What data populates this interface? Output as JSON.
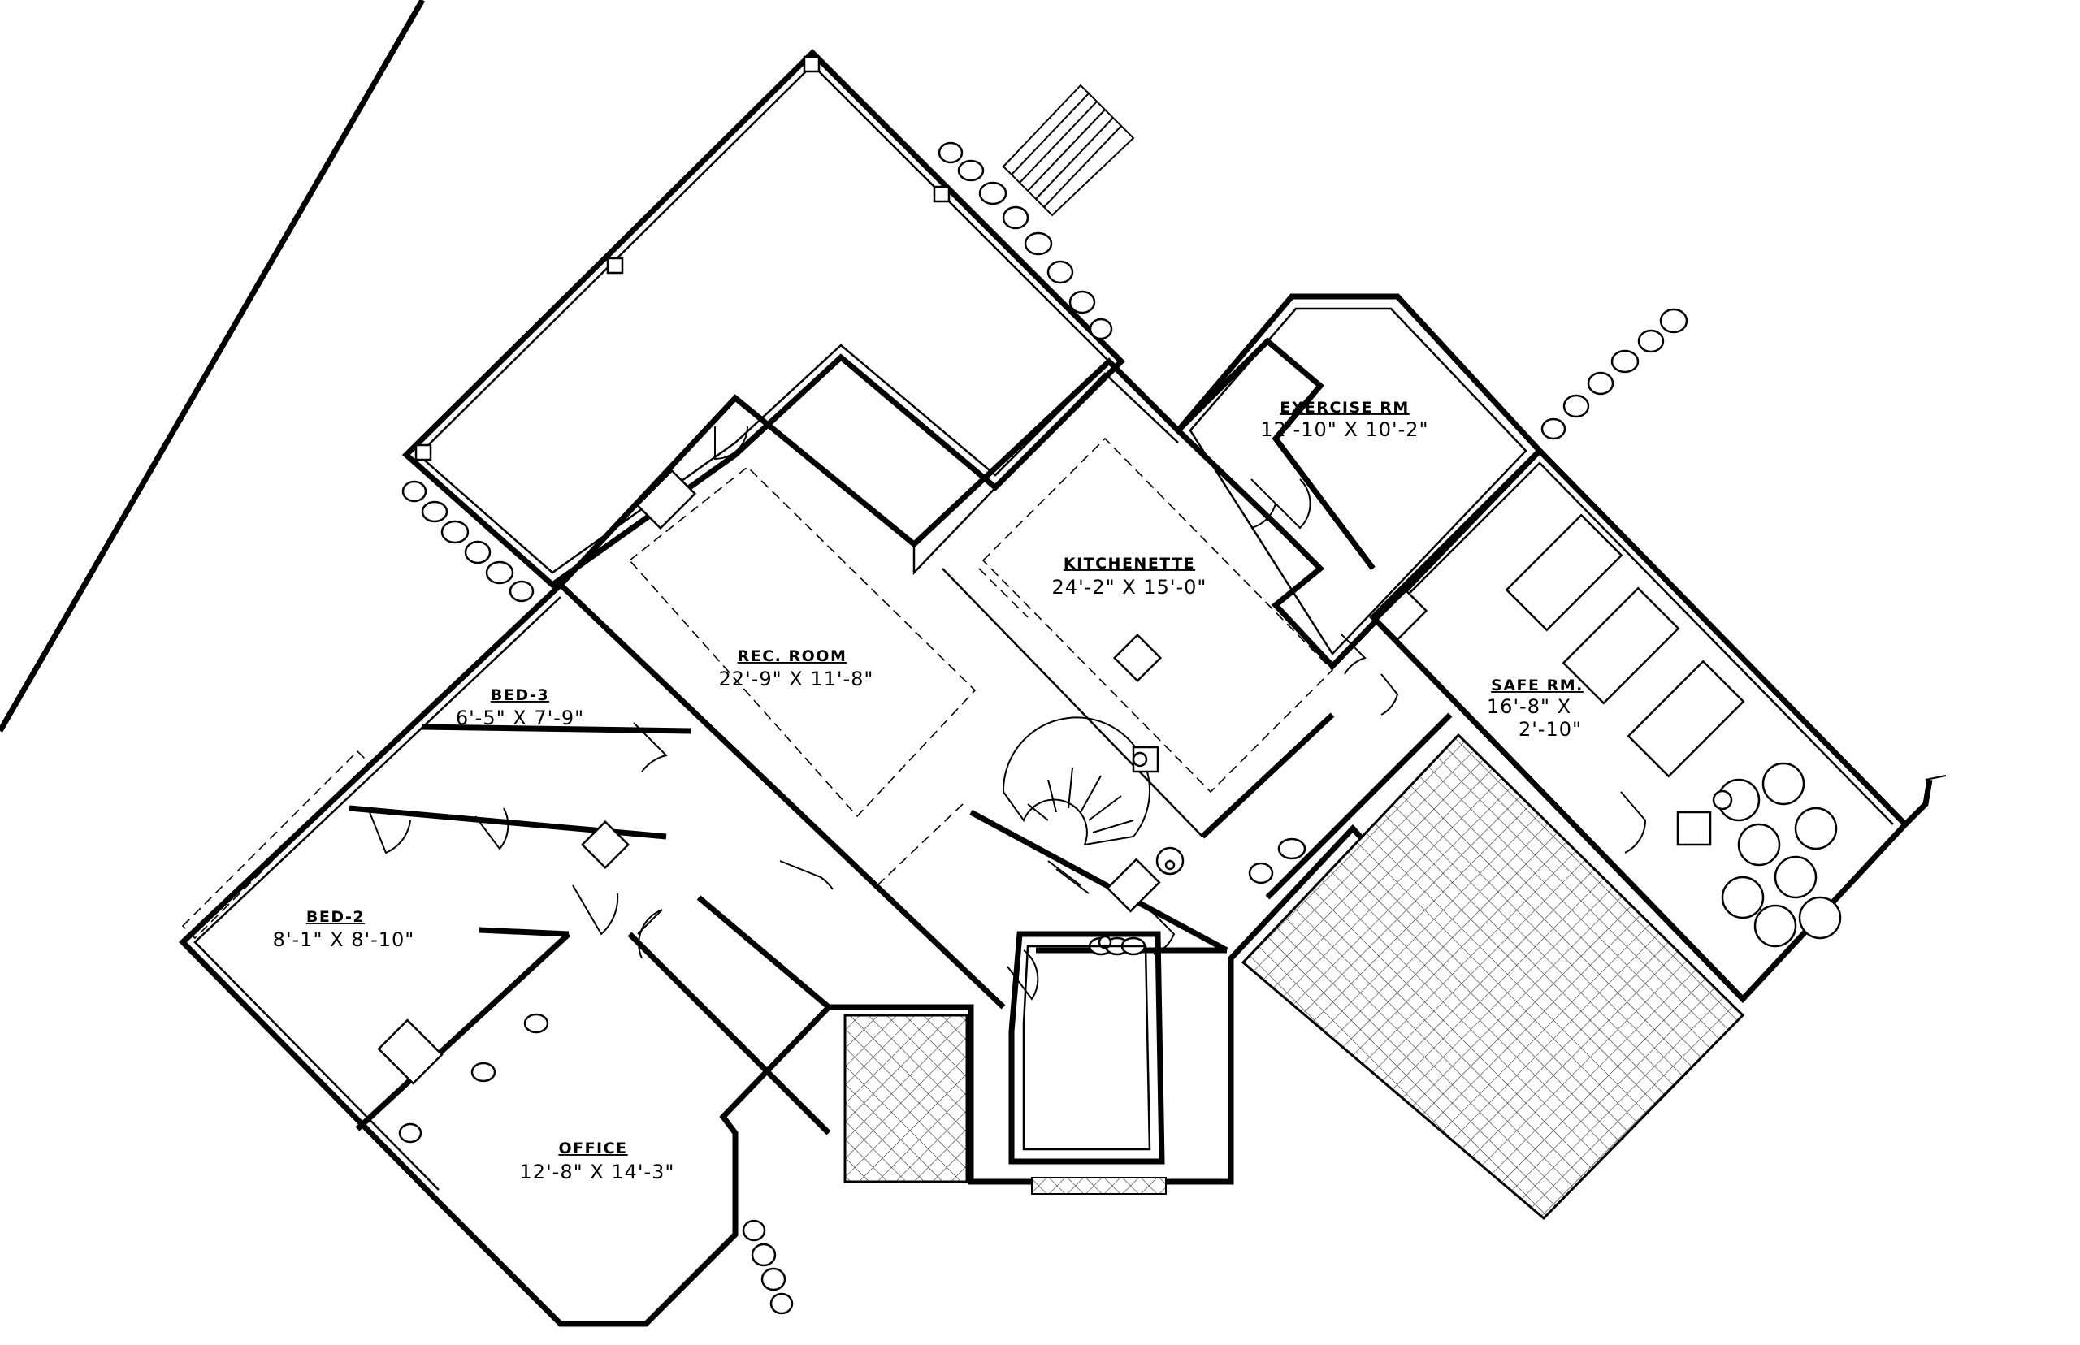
{
  "rooms": {
    "exercise": {
      "name": "EXERCISE RM",
      "dims": "12'-10\" X 10'-2\""
    },
    "kitchenette": {
      "name": "KITCHENETTE",
      "dims": "24'-2\" X 15'-0\""
    },
    "rec_room": {
      "name": "REC. ROOM",
      "dims": "22'-9\" X 11'-8\""
    },
    "bed3": {
      "name": "BED-3",
      "dims": "6'-5\" X 7'-9\""
    },
    "bed2": {
      "name": "BED-2",
      "dims": "8'-1\" X 8'-10\""
    },
    "office": {
      "name": "OFFICE",
      "dims": "12'-8\" X 14'-3\""
    },
    "safe_room": {
      "name": "SAFE RM.",
      "dims_line1": "16'-8\" X",
      "dims_line2": "2'-10\""
    }
  }
}
